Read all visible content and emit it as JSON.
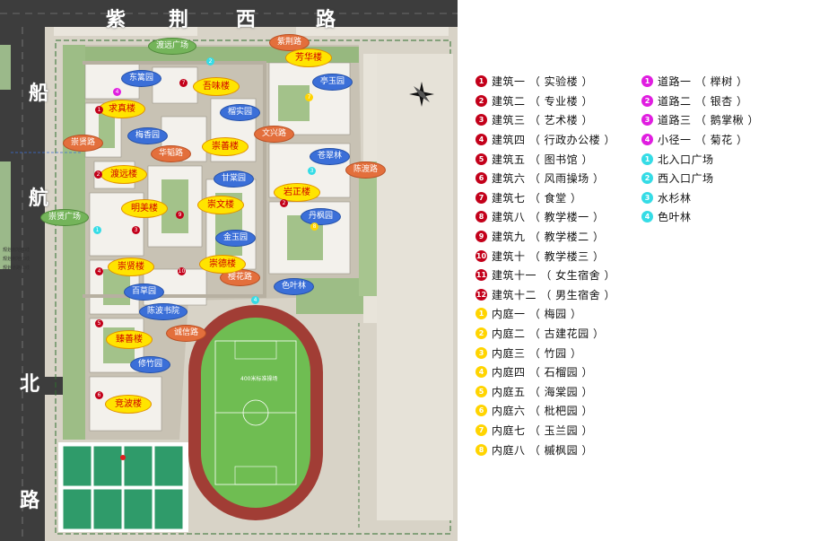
{
  "map": {
    "road_labels": {
      "north": [
        "紫",
        "荆",
        "西",
        "路"
      ],
      "west_upper": [
        "船",
        "航"
      ],
      "west_lower": [
        "北",
        "路"
      ]
    },
    "building_tags": [
      "芳华楼",
      "吾味楼",
      "求真楼",
      "崇善楼",
      "渡远楼",
      "岩正楼",
      "明美楼",
      "崇文楼",
      "崇贤楼",
      "崇德楼",
      "臻善楼",
      "竞波楼"
    ],
    "garden_tags": [
      "东篱园",
      "亭玉园",
      "榴实园",
      "梅香园",
      "苍翠林",
      "甘棠园",
      "丹枫园",
      "金玉园",
      "色叶林",
      "百草园",
      "陈波书院",
      "修竹园"
    ],
    "road_tags": [
      "紫荆路",
      "崇贤路",
      "华韬路",
      "文兴路",
      "陈渡路",
      "樱花路",
      "诚信路"
    ],
    "plaza_tags": [
      "渡远广场",
      "崇贤广场"
    ],
    "field_label": "400米标准操场",
    "gate_labels": [
      "规划用地红线",
      "规划用地红线",
      "规划道路红线"
    ],
    "colors": {
      "building": "#c3001a",
      "courtyard": "#ffd400",
      "road": "#e01ee0",
      "plaza": "#35dce6"
    }
  },
  "legend": {
    "left": [
      {
        "num": "1",
        "text": "建筑一 （ 实验楼 ）",
        "kind": "building"
      },
      {
        "num": "2",
        "text": "建筑二 （ 专业楼 ）",
        "kind": "building"
      },
      {
        "num": "3",
        "text": "建筑三 （ 艺术楼 ）",
        "kind": "building"
      },
      {
        "num": "4",
        "text": "建筑四 （ 行政办公楼 ）",
        "kind": "building"
      },
      {
        "num": "5",
        "text": "建筑五 （ 图书馆 ）",
        "kind": "building"
      },
      {
        "num": "6",
        "text": "建筑六 （ 风雨操场 ）",
        "kind": "building"
      },
      {
        "num": "7",
        "text": "建筑七 （ 食堂 ）",
        "kind": "building"
      },
      {
        "num": "8",
        "text": "建筑八 （ 教学楼一 ）",
        "kind": "building"
      },
      {
        "num": "9",
        "text": "建筑九 （ 教学楼二 ）",
        "kind": "building"
      },
      {
        "num": "10",
        "text": "建筑十 （ 教学楼三 ）",
        "kind": "building"
      },
      {
        "num": "11",
        "text": "建筑十一 （ 女生宿舍 ）",
        "kind": "building"
      },
      {
        "num": "12",
        "text": "建筑十二 （ 男生宿舍 ）",
        "kind": "building"
      },
      {
        "num": "1",
        "text": "内庭一 （ 梅园 ）",
        "kind": "courtyard"
      },
      {
        "num": "2",
        "text": "内庭二 （ 古建花园 ）",
        "kind": "courtyard"
      },
      {
        "num": "3",
        "text": "内庭三 （ 竹园 ）",
        "kind": "courtyard"
      },
      {
        "num": "4",
        "text": "内庭四 （ 石榴园 ）",
        "kind": "courtyard"
      },
      {
        "num": "5",
        "text": "内庭五 （ 海棠园 ）",
        "kind": "courtyard"
      },
      {
        "num": "6",
        "text": "内庭六 （ 枇杷园 ）",
        "kind": "courtyard"
      },
      {
        "num": "7",
        "text": "内庭七 （ 玉兰园 ）",
        "kind": "courtyard"
      },
      {
        "num": "8",
        "text": "内庭八 （ 槭枫园 ）",
        "kind": "courtyard"
      }
    ],
    "right": [
      {
        "num": "1",
        "text": "道路一 （ 榉树 ）",
        "kind": "road"
      },
      {
        "num": "2",
        "text": "道路二 （ 银杏 ）",
        "kind": "road"
      },
      {
        "num": "3",
        "text": "道路三 （ 鹅掌楸 ）",
        "kind": "road"
      },
      {
        "num": "4",
        "text": "小径一 （ 菊花 ）",
        "kind": "road"
      },
      {
        "num": "1",
        "text": "北入口广场",
        "kind": "plaza"
      },
      {
        "num": "2",
        "text": "西入口广场",
        "kind": "plaza"
      },
      {
        "num": "3",
        "text": "水杉林",
        "kind": "plaza"
      },
      {
        "num": "4",
        "text": "色叶林",
        "kind": "plaza"
      }
    ]
  }
}
